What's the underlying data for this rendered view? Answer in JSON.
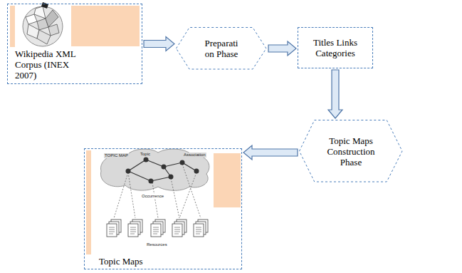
{
  "diagram": {
    "nodes": [
      {
        "text": [
          "Wikipedia XML Corpus (INEX 2007)"
        ]
      },
      {
        "text": [
          "Preparati on Phase"
        ]
      },
      {
        "text": [
          "Titles Links Categories"
        ]
      },
      {
        "text": [
          "Topic Maps Construction Phase"
        ]
      },
      {
        "text": [
          "Topic Maps"
        ]
      }
    ],
    "edges": [
      {
        "from": 0,
        "to": 1,
        "arrow": "to"
      },
      {
        "from": 1,
        "to": 2,
        "arrow": "to"
      },
      {
        "from": 2,
        "to": 3,
        "arrow": "to"
      },
      {
        "from": 3,
        "to": 4,
        "arrow": "to"
      }
    ],
    "labels": [
      "TOPIC MAP",
      "Topic",
      "Association",
      "Occurrence",
      "Resources"
    ]
  }
}
